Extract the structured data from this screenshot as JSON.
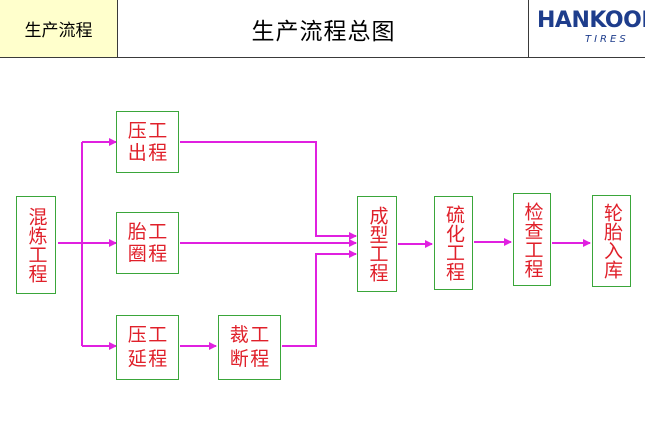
{
  "header": {
    "section_label": "生产流程",
    "title": "生产流程总图",
    "logo": {
      "word": "HANKOOK",
      "sub": "TIRES",
      "brand_color": "#1e3d8c"
    }
  },
  "colors": {
    "node_border": "#3aa63a",
    "node_text": "#e0202a",
    "connector": "#e020e0",
    "section_bg": "#ffffcc"
  },
  "nodes": {
    "mixing": {
      "text": "混炼工程"
    },
    "extrusion": {
      "chars": [
        "压",
        "工",
        "出",
        "程"
      ]
    },
    "bead": {
      "chars": [
        "胎",
        "工",
        "圈",
        "程"
      ]
    },
    "calendering": {
      "chars": [
        "压",
        "工",
        "延",
        "程"
      ]
    },
    "cutting": {
      "chars": [
        "裁",
        "工",
        "断",
        "程"
      ]
    },
    "building": {
      "text": "成型工程"
    },
    "curing": {
      "text": "硫化工程"
    },
    "inspection": {
      "text": "检查工程"
    },
    "warehouse": {
      "text": "轮胎入库"
    }
  }
}
